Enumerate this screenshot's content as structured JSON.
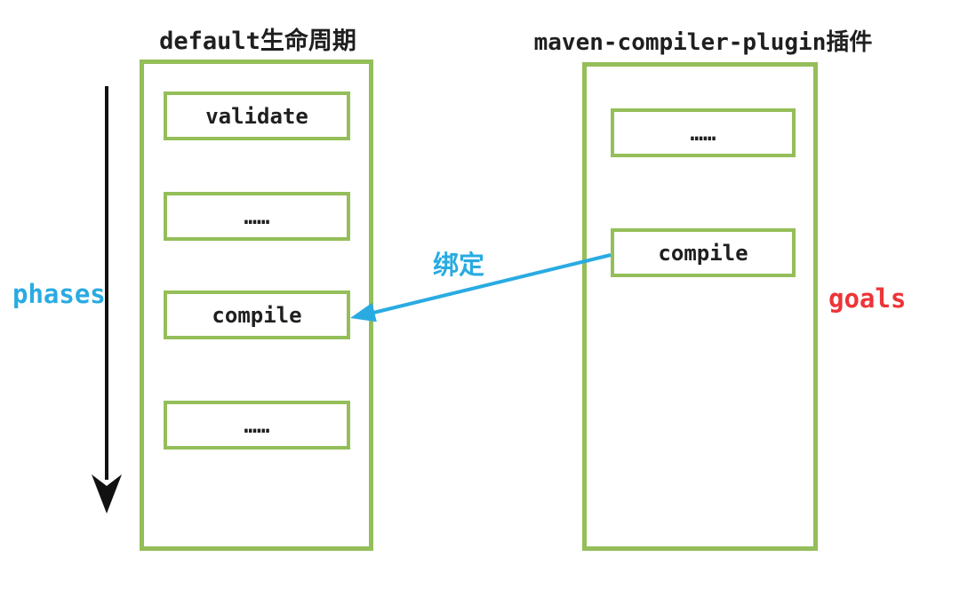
{
  "diagram": {
    "lifecycle": {
      "title": "default生命周期",
      "phases": [
        "validate",
        "……",
        "compile",
        "……"
      ]
    },
    "plugin": {
      "title": "maven-compiler-plugin插件",
      "goals": [
        "……",
        "compile"
      ]
    },
    "labels": {
      "phases_axis": "phases",
      "goals_axis": "goals",
      "binding": "绑定"
    },
    "colors": {
      "box_green": "#94be59",
      "arrow_blue": "#29abe2",
      "label_red": "#ed3437",
      "arrow_black": "#111111",
      "text": "#1f1f1f",
      "background": "#ffffff"
    }
  }
}
